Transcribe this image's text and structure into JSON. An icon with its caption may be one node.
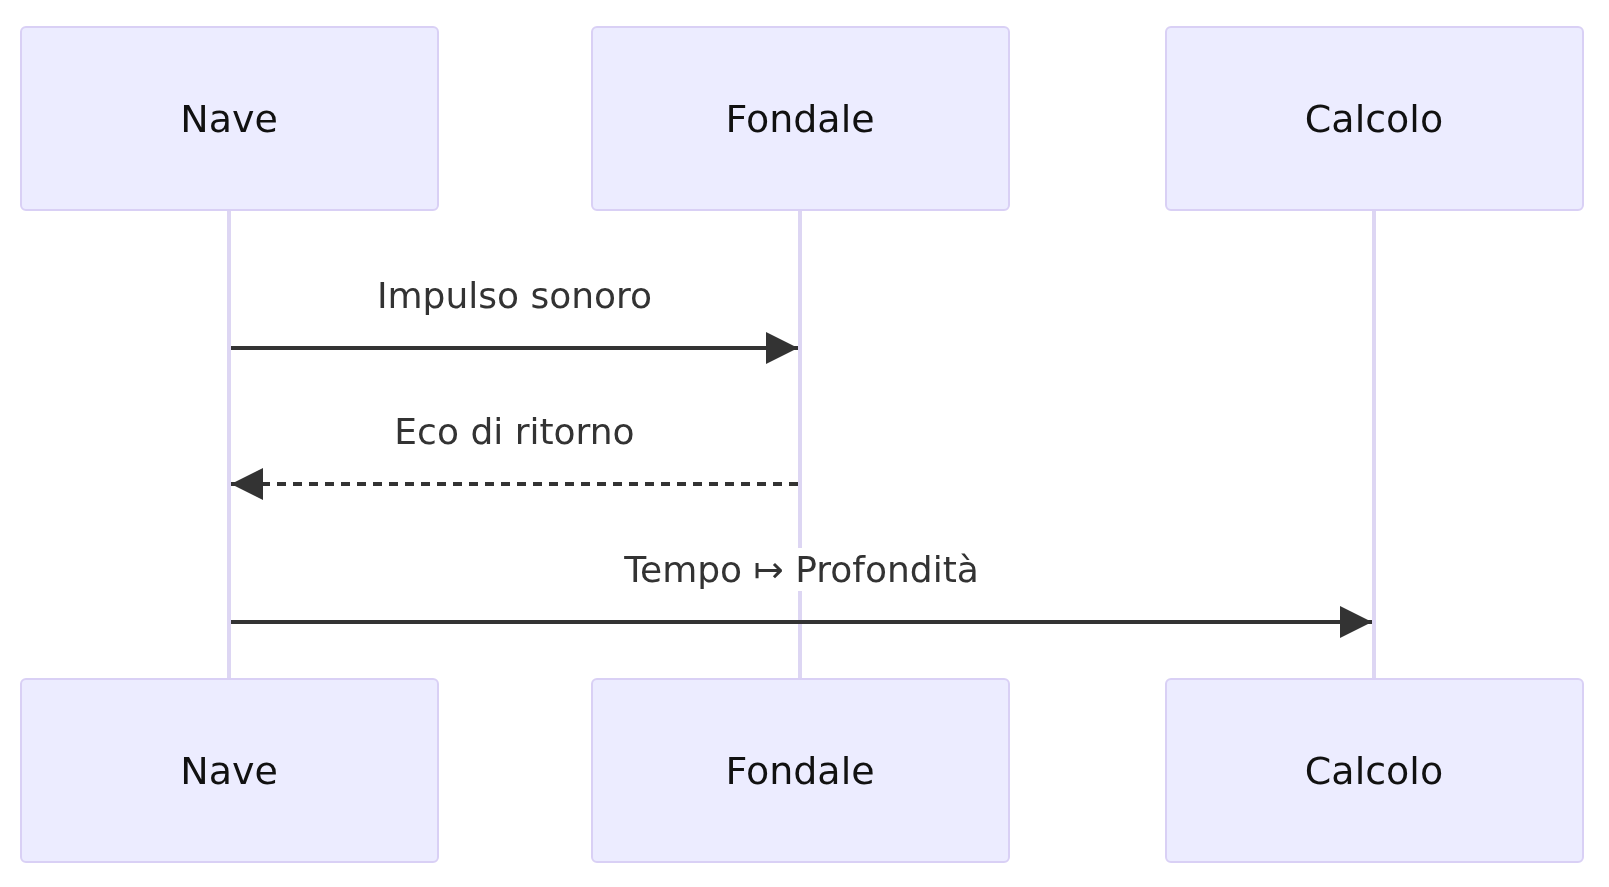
{
  "diagram": {
    "nodes": [
      {
        "text": [
          "Nave"
        ]
      },
      {
        "text": [
          "Fondale"
        ]
      },
      {
        "text": [
          "Calcolo"
        ]
      },
      {
        "text": [],
        "shape": "bar"
      },
      {
        "text": [],
        "shape": "bar"
      },
      {
        "text": [],
        "shape": "bar"
      },
      {
        "text": [
          "Nave"
        ]
      },
      {
        "text": [
          "Fondale"
        ]
      },
      {
        "text": [
          "Calcolo"
        ]
      }
    ],
    "edges": [
      {
        "from": 3,
        "to": 4,
        "arrow": "to",
        "label": "Impulso sonoro"
      },
      {
        "from": 4,
        "to": 3,
        "arrow": "to",
        "label": "Eco di ritorno",
        "style": "dashed"
      },
      {
        "from": 3,
        "to": 5,
        "arrow": "to",
        "label": "Tempo ↦ Profondità"
      }
    ]
  }
}
